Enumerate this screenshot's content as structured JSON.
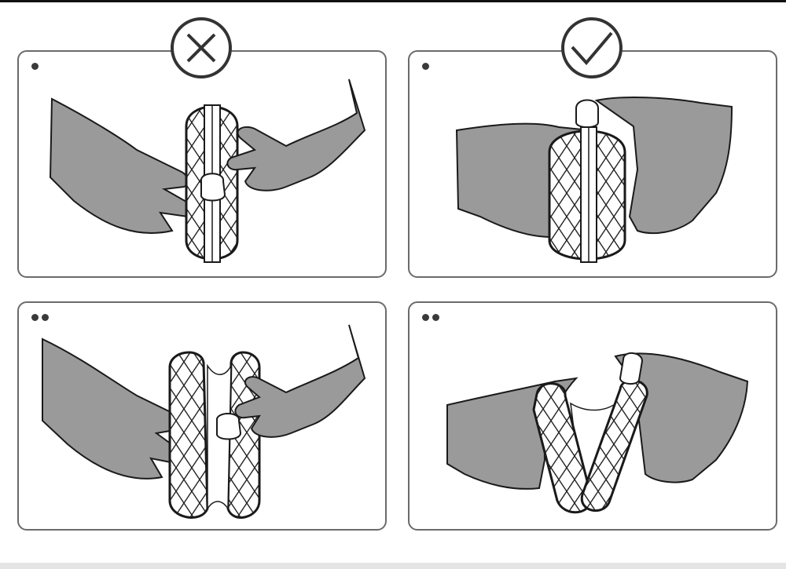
{
  "steps": [
    {
      "panel": "wrong-step-1",
      "dots": 1,
      "verdict": "wrong"
    },
    {
      "panel": "right-step-1",
      "dots": 1,
      "verdict": "right"
    },
    {
      "panel": "wrong-step-2",
      "dots": 2,
      "verdict": "wrong"
    },
    {
      "panel": "right-step-2",
      "dots": 2,
      "verdict": "right"
    }
  ],
  "badges": {
    "wrong": {
      "icon": "cross-circle-icon"
    },
    "right": {
      "icon": "check-circle-icon"
    }
  },
  "colors": {
    "hand_fill": "#9a9a9a",
    "outline": "#1a1a1a",
    "panel_border": "#6b6b6b",
    "dot": "#3a3a3a"
  }
}
